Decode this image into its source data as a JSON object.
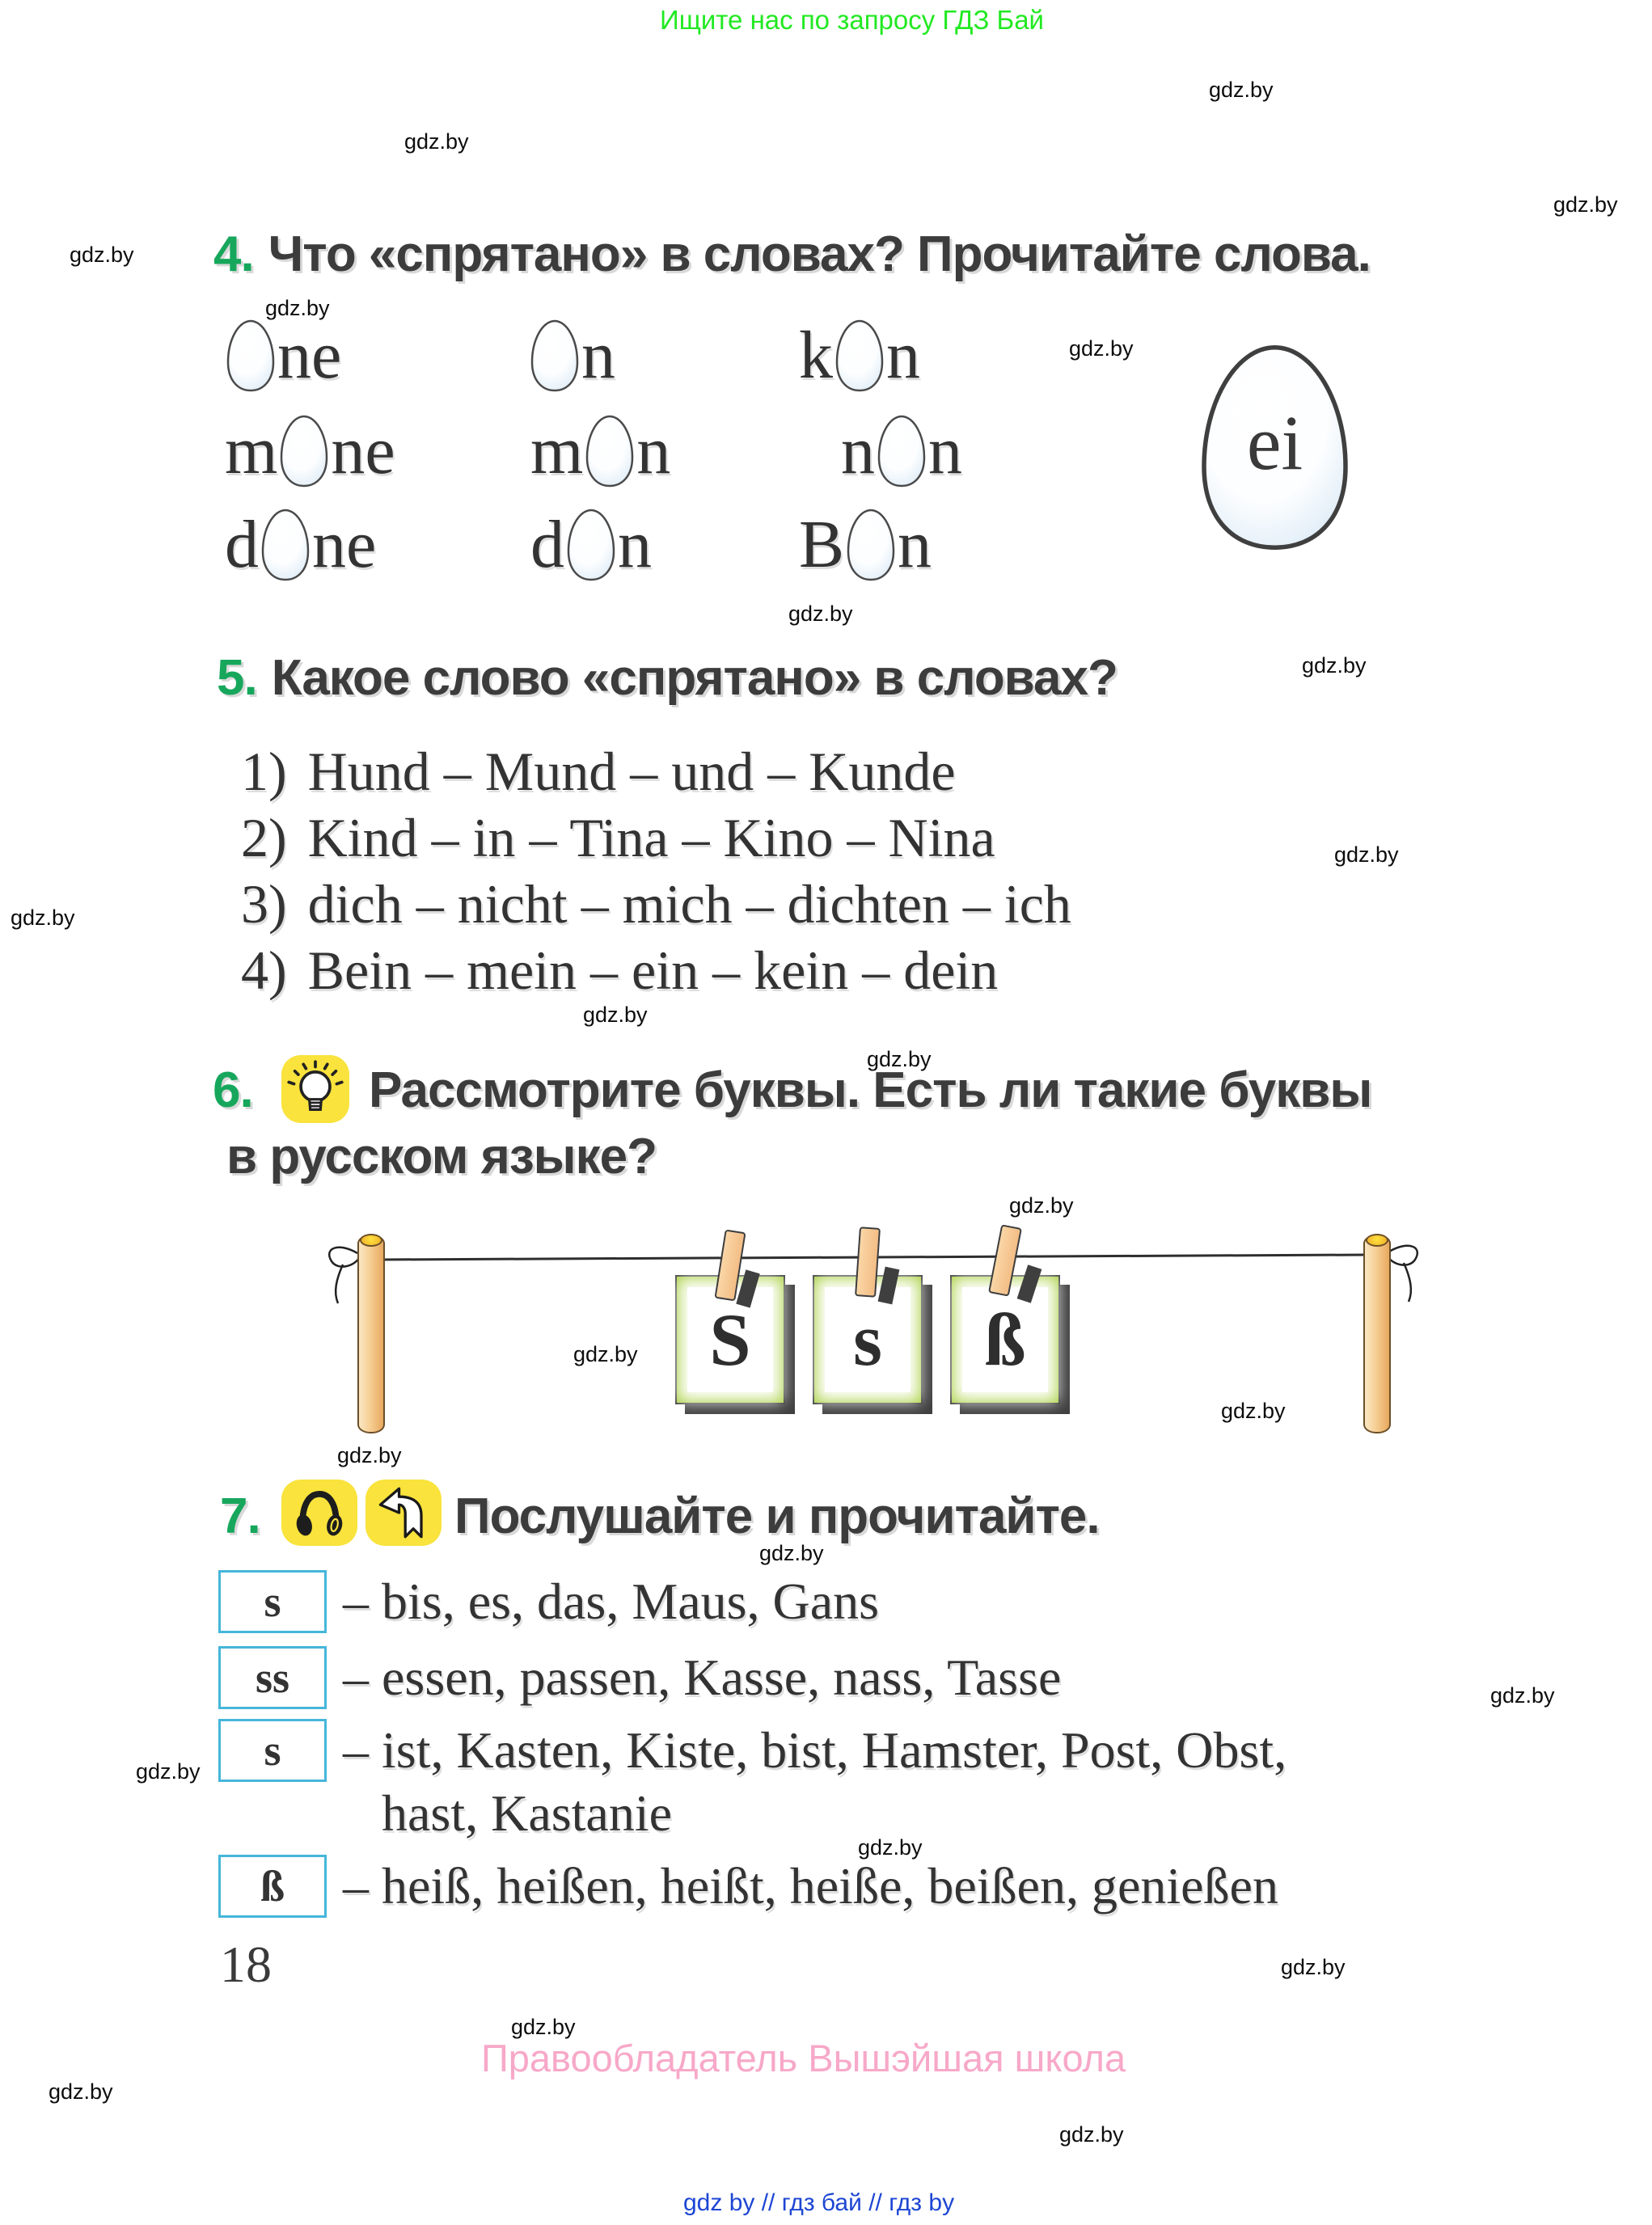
{
  "page": {
    "banner": "Ищите нас по запросу ГДЗ Бай",
    "watermark": "gdz.by",
    "page_number": "18",
    "copyright": "Правообладатель Вышэйшая школа",
    "footer_links": "gdz by  //  гдз бай  //  гдз by"
  },
  "colors": {
    "accent_green": "#17a75c",
    "banner_green": "#22e922",
    "copyright_pink": "#f7a8c8",
    "footer_blue": "#1d46d3",
    "card_green": "#a5cd39",
    "letterbox_blue": "#46b6da",
    "icon_yellow": "#f9e33c",
    "egg_blue": "#cfe2f1",
    "text_dark": "#3c3c3c"
  },
  "ex4": {
    "number": "4.",
    "title": "Что «спрятано» в словах? Прочитайте слова.",
    "big_egg": "ei",
    "words": [
      {
        "before": "",
        "after": "ne"
      },
      {
        "before": "",
        "after": "n"
      },
      {
        "before": "k",
        "after": "n"
      },
      {
        "before": "m",
        "after": "ne"
      },
      {
        "before": "m",
        "after": "n"
      },
      {
        "before": "n",
        "after": "n"
      },
      {
        "before": "d",
        "after": "ne"
      },
      {
        "before": "d",
        "after": "n"
      },
      {
        "before": "B",
        "after": "n"
      }
    ]
  },
  "ex5": {
    "number": "5.",
    "title": "Какое слово «спрятано» в словах?",
    "items": [
      {
        "num": "1)",
        "text": "Hund – Mund – und – Kunde"
      },
      {
        "num": "2)",
        "text": "Kind – in – Tina – Kino – Nina"
      },
      {
        "num": "3)",
        "text": "dich – nicht – mich – dichten – ich"
      },
      {
        "num": "4)",
        "text": "Bein – mein – ein – kein – dein"
      }
    ]
  },
  "ex6": {
    "number": "6.",
    "title_line1": "Рассмотрите буквы. Есть ли такие буквы",
    "title_line2": "в русском языке?",
    "cards": [
      {
        "letter": "S"
      },
      {
        "letter": "s"
      },
      {
        "letter": "ß"
      }
    ]
  },
  "ex7": {
    "number": "7.",
    "title": "Послушайте и прочитайте.",
    "rows": [
      {
        "letter": "s",
        "words": "– bis, es, das, Maus, Gans"
      },
      {
        "letter": "ss",
        "words": "– essen, passen, Kasse, nass, Tasse"
      },
      {
        "letter": "s",
        "words": "– ist, Kasten, Kiste, bist, Hamster, Post, Obst,",
        "words2": "hast, Kastanie"
      },
      {
        "letter": "ß",
        "words": "– heiß, heißen, heißt, heiße, beißen, genießen"
      }
    ]
  }
}
